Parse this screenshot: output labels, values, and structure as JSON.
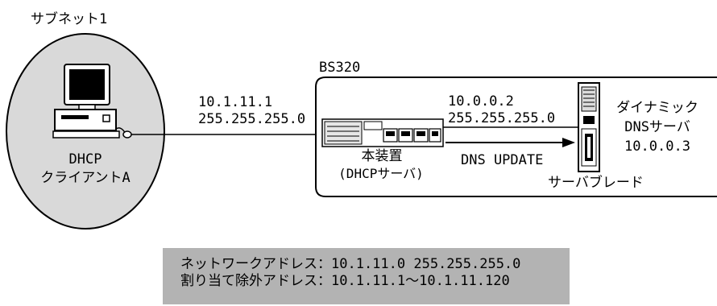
{
  "subnet": {
    "title": "サブネット1"
  },
  "client": {
    "line1": "DHCP",
    "line2": "クライアントA"
  },
  "client_link": {
    "ip": "10.1.11.1",
    "mask": "255.255.255.0"
  },
  "device_box": {
    "label": "BS320"
  },
  "server_link": {
    "ip": "10.0.0.2",
    "mask": "255.255.255.0"
  },
  "main_unit": {
    "label": "本装置",
    "sublabel": "(DHCPサーバ)"
  },
  "update_arrow": {
    "label": "DNS UPDATE"
  },
  "server_blade": {
    "label": "サーバブレード"
  },
  "dns_server": {
    "line1": "ダイナミック",
    "line2": "DNSサーバ",
    "ip": "10.0.0.3"
  },
  "info_box": {
    "line1": "ネットワークアドレス：10.1.11.0  255.255.255.0",
    "line2": "割り当て除外アドレス：10.1.11.1〜10.1.11.120"
  }
}
